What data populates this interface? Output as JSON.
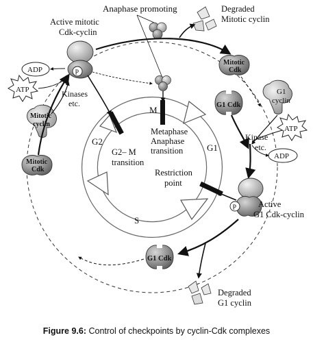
{
  "labels": {
    "anaphase_promoting": "Anaphase promoting",
    "degraded_mitotic_cyclin_1": "Degraded",
    "degraded_mitotic_cyclin_2": "Mitotic cyclin",
    "active_mitotic_1": "Active mitotic",
    "active_mitotic_2": "Cdk-cyclin",
    "mitotic_cdk_1": "Mitotic",
    "mitotic_cdk_2": "Cdk",
    "adp_left": "ADP",
    "atp_left": "ATP",
    "kinases_left_1": "Kinases",
    "kinases_left_2": "etc.",
    "mitotic_cyclin_1": "Mitotic",
    "mitotic_cyclin_2": "cyclin",
    "mitotic_cdk_left_1": "Mitotic",
    "mitotic_cdk_left_2": "Cdk",
    "g1_cdk_top": "G1 Cdk",
    "g1_cyclin_1": "G1",
    "g1_cyclin_2": "cyclin",
    "atp_right": "ATP",
    "kinase_right_1": "Kinase",
    "kinase_right_2": "etc.",
    "adp_right": "ADP",
    "phase_m": "M",
    "phase_g2": "G2",
    "phase_g1": "G1",
    "phase_s": "S",
    "metaphase_1": "Metaphase",
    "metaphase_2": "Anaphase",
    "metaphase_3": "transition",
    "g2m_1": "G2– M",
    "g2m_2": "transition",
    "restriction_1": "Restriction",
    "restriction_2": "point",
    "active_g1_1": "Active",
    "active_g1_2": "G1 Cdk-cyclin",
    "g1_cdk_bottom": "G1 Cdk",
    "degraded_g1_1": "Degraded",
    "degraded_g1_2": "G1 cyclin",
    "p_top": "P",
    "p_bottom": "P"
  },
  "caption": {
    "label": "Figure 9.6:",
    "text": " Control of checkpoints by cyclin-Cdk complexes"
  }
}
